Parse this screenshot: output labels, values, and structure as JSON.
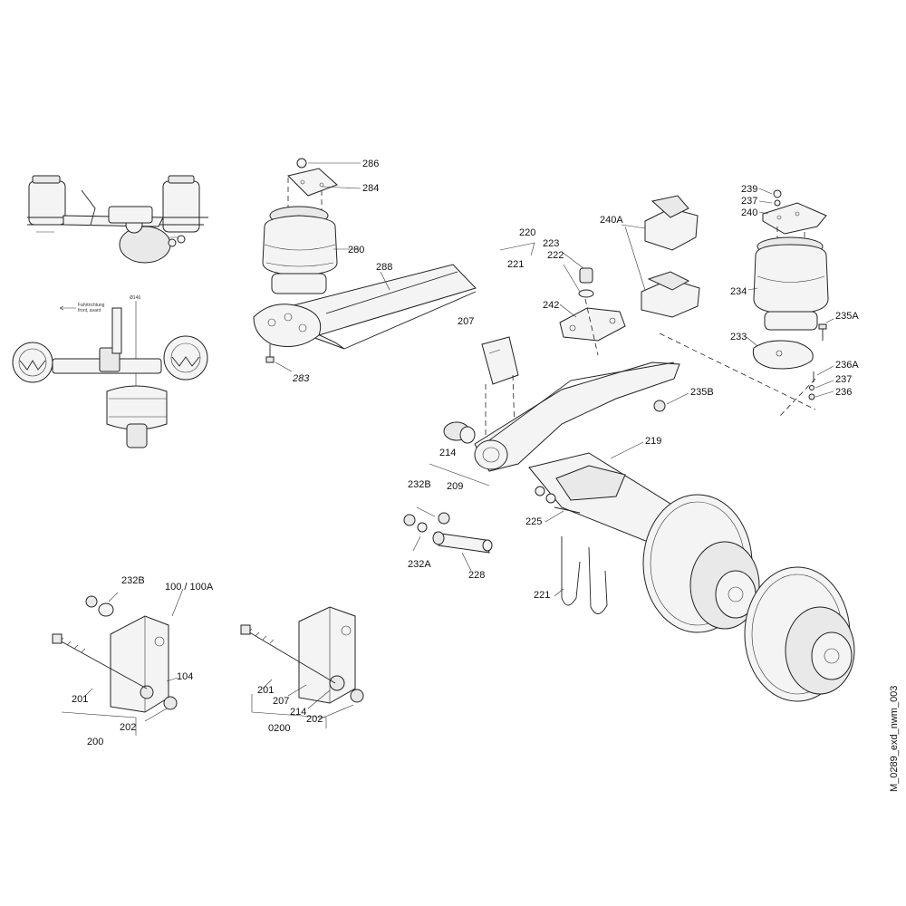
{
  "labels": {
    "l286": "286",
    "l284": "284",
    "l280": "280",
    "l288": "288",
    "l283": "283",
    "l220": "220",
    "l223": "223",
    "l222": "222",
    "l221a": "221",
    "l240A": "240A",
    "l239": "239",
    "l237a": "237",
    "l240": "240",
    "l234": "234",
    "l235A": "235A",
    "l233": "233",
    "l236A": "236A",
    "l237b": "237",
    "l236": "236",
    "l242": "242",
    "l207a": "207",
    "l235B": "235B",
    "l219": "219",
    "l214a": "214",
    "l209": "209",
    "l232B_a": "232B",
    "l232A": "232A",
    "l225": "225",
    "l228": "228",
    "l221b": "221",
    "l232B_b": "232B",
    "l100": "100 / 100A",
    "l104": "104",
    "l201a": "201",
    "l202a": "202",
    "l200": "200",
    "l201b": "201",
    "l207b": "207",
    "l214b": "214",
    "l202b": "202",
    "l0200": "0200",
    "drawing_id": "M_0289_exd_nwm_003",
    "fahrtrichtung": "Fahrtrichtung",
    "front_avant": "front, avant",
    "dim": "Ø146"
  }
}
